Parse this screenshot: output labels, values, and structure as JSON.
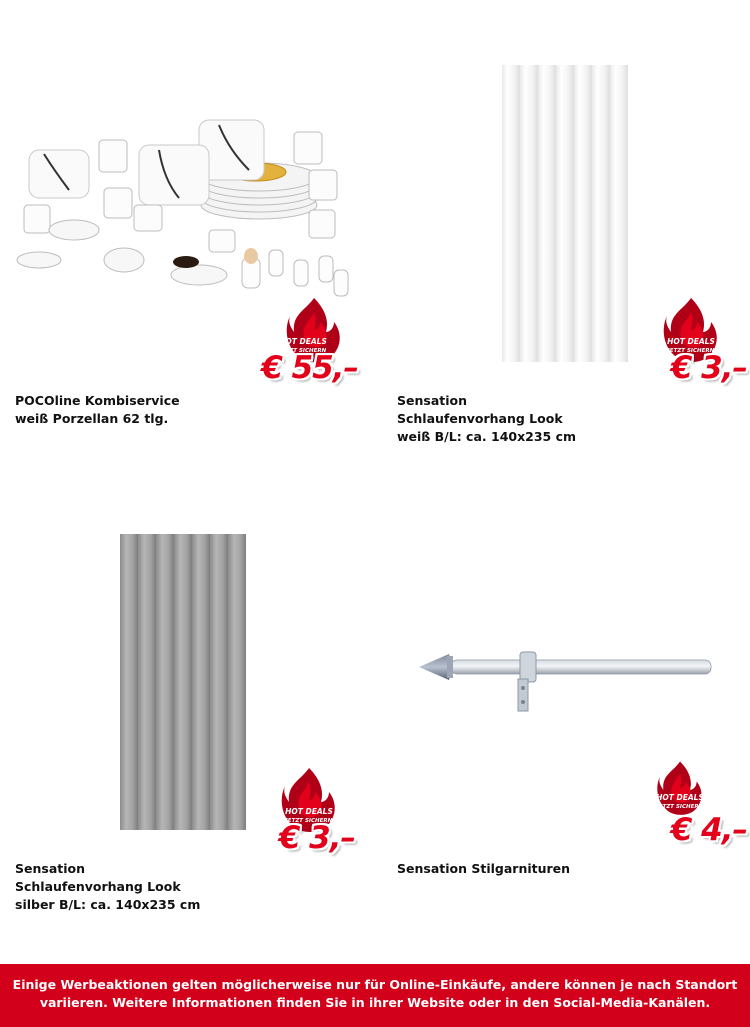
{
  "products": [
    {
      "name": "POCOline Kombiservice weiß Porzellan 62 tlg.",
      "price": "€ 55,–"
    },
    {
      "name": "Sensation Schlaufenvorhang Look weiß B/L: ca. 140x235 cm",
      "price": "€ 3,–"
    },
    {
      "name": "Sensation Schlaufenvorhang Look silber B/L: ca. 140x235 cm",
      "price": "€ 3,–"
    },
    {
      "name": "Sensation Stilgarnituren",
      "price": "€ 4,–"
    }
  ],
  "badge": {
    "line1": "HOT DEALS",
    "line2": "JETZT SICHERN"
  },
  "footer": {
    "text": "Einige Werbeaktionen gelten möglicherweise nur für Online-Einkäufe, andere können je nach Standort variieren. Weitere Informationen finden Sie in ihrer Website oder in den Social-Media-Kanälen."
  },
  "colors": {
    "accent": "#e2001a",
    "footer_bg": "#d2001a",
    "flame_dark": "#b00018"
  }
}
